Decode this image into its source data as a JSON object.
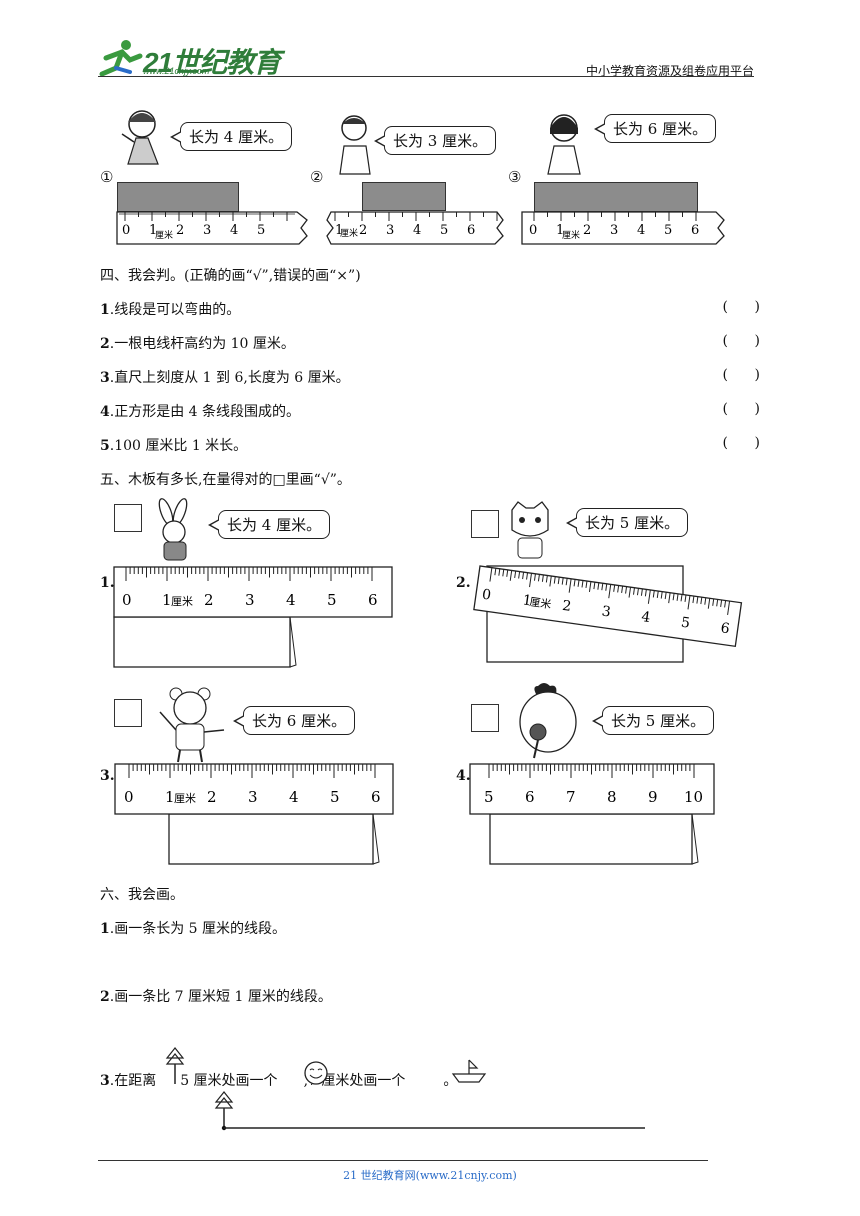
{
  "header": {
    "logo_text": "21世纪教育",
    "logo_url_text": "www.21cnjy.com",
    "platform": "中小学教育资源及组卷应用平台"
  },
  "section3": {
    "items": [
      {
        "marker": "①",
        "speech": "长为 4 厘米。"
      },
      {
        "marker": "②",
        "speech": "长为 3 厘米。"
      },
      {
        "marker": "③",
        "speech": "长为 6 厘米。"
      }
    ],
    "unit": "厘米"
  },
  "section4": {
    "title": "四、我会判。(正确的画“√”,错误的画“×”)",
    "questions": [
      {
        "num": "1",
        "text": ".线段是可以弯曲的。"
      },
      {
        "num": "2",
        "text": ".一根电线杆高约为 10 厘米。"
      },
      {
        "num": "3",
        "text": ".直尺上刻度从 1 到 6,长度为 6 厘米。"
      },
      {
        "num": "4",
        "text": ".正方形是由 4 条线段围成的。"
      },
      {
        "num": "5",
        "text": ".100 厘米比 1 米长。"
      }
    ],
    "paren_open": "(",
    "paren_close": ")"
  },
  "section5": {
    "title": "五、木板有多长,在量得对的□里画“√”。",
    "items": [
      {
        "label": "1.",
        "speech": "长为 4 厘米。"
      },
      {
        "label": "2.",
        "speech": "长为 5 厘米。"
      },
      {
        "label": "3.",
        "speech": "长为 6 厘米。"
      },
      {
        "label": "4.",
        "speech": "长为 5 厘米。"
      }
    ],
    "unit": "厘米"
  },
  "section6": {
    "title": "六、我会画。",
    "q1_num": "1",
    "q1_text": ".画一条长为 5 厘米的线段。",
    "q2_num": "2",
    "q2_text": ".画一条比 7 厘米短 1 厘米的线段。",
    "q3_num": "3",
    "q3_a": ".在距离",
    "q3_b": "5 厘米处画一个",
    "q3_c": ",7 厘米处画一个",
    "q3_d": "。"
  },
  "footer": {
    "text": "21 世纪教育网(www.21cnjy.com)"
  }
}
